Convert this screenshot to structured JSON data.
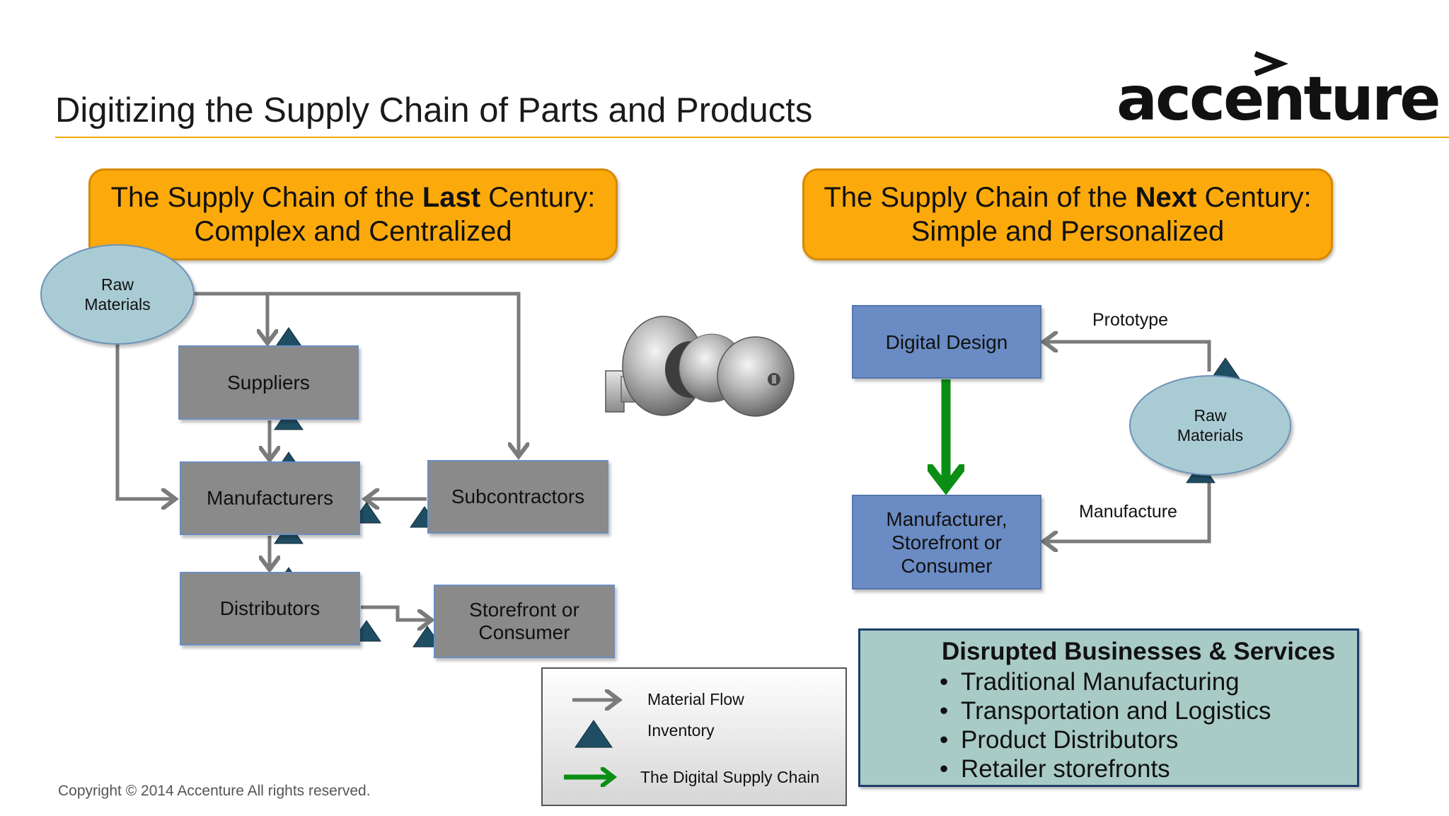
{
  "page": {
    "title": "Digitizing the Supply Chain of Parts and Products",
    "logo_text": "accenture",
    "copyright": "Copyright © 2014 Accenture  All rights reserved."
  },
  "left": {
    "banner": {
      "prefix": "The Supply Chain of the ",
      "bold": "Last",
      "suffix": " Century:",
      "line2": "Complex and Centralized"
    },
    "raw_materials": "Raw Materials",
    "suppliers": "Suppliers",
    "manufacturers": "Manufacturers",
    "subcontractors": "Subcontractors",
    "distributors": "Distributors",
    "storefront": "Storefront or Consumer"
  },
  "right": {
    "banner": {
      "prefix": "The Supply Chain of the ",
      "bold": "Next",
      "suffix": " Century:",
      "line2": "Simple and Personalized"
    },
    "digital_design": "Digital Design",
    "manufacturer": "Manufacturer, Storefront or Consumer",
    "raw_materials": "Raw Materials",
    "prototype_label": "Prototype",
    "manufacture_label": "Manufacture"
  },
  "legend": {
    "material_flow": "Material Flow",
    "inventory": "Inventory",
    "digital_supply_chain": "The Digital Supply Chain"
  },
  "disrupted": {
    "heading": "Disrupted Businesses & Services",
    "items": [
      "Traditional Manufacturing",
      "Transportation and Logistics",
      "Product Distributors",
      "Retailer storefronts"
    ]
  },
  "colors": {
    "banner_fill": "#fca90c",
    "gray_box": "#8a8a8a",
    "blue_box": "#6a8bc3",
    "ellipse": "#a9cbd4",
    "inventory_triangle": "#1f4e64",
    "flow_arrow": "#7b7b7b",
    "digital_arrow": "#0a8f14",
    "rule": "#f0a800"
  }
}
